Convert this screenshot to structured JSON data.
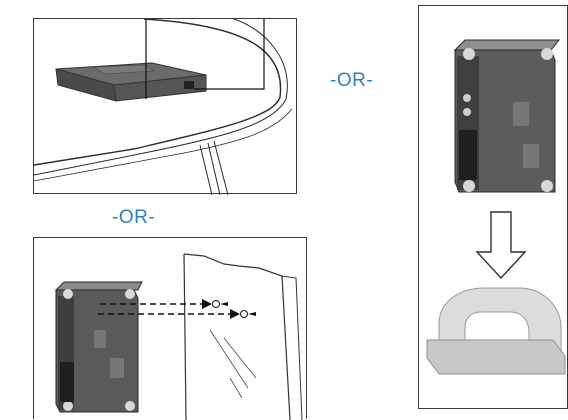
{
  "labels": {
    "or_top": "-OR-",
    "or_left": "-OR-"
  },
  "colors": {
    "accent": "#2a7fc4",
    "device": "#5a5a5a",
    "outline": "#3a3a3a"
  },
  "panels": {
    "desk": "desk-placement",
    "wall": "wall-mount-screws",
    "clip": "mounting-clip"
  }
}
